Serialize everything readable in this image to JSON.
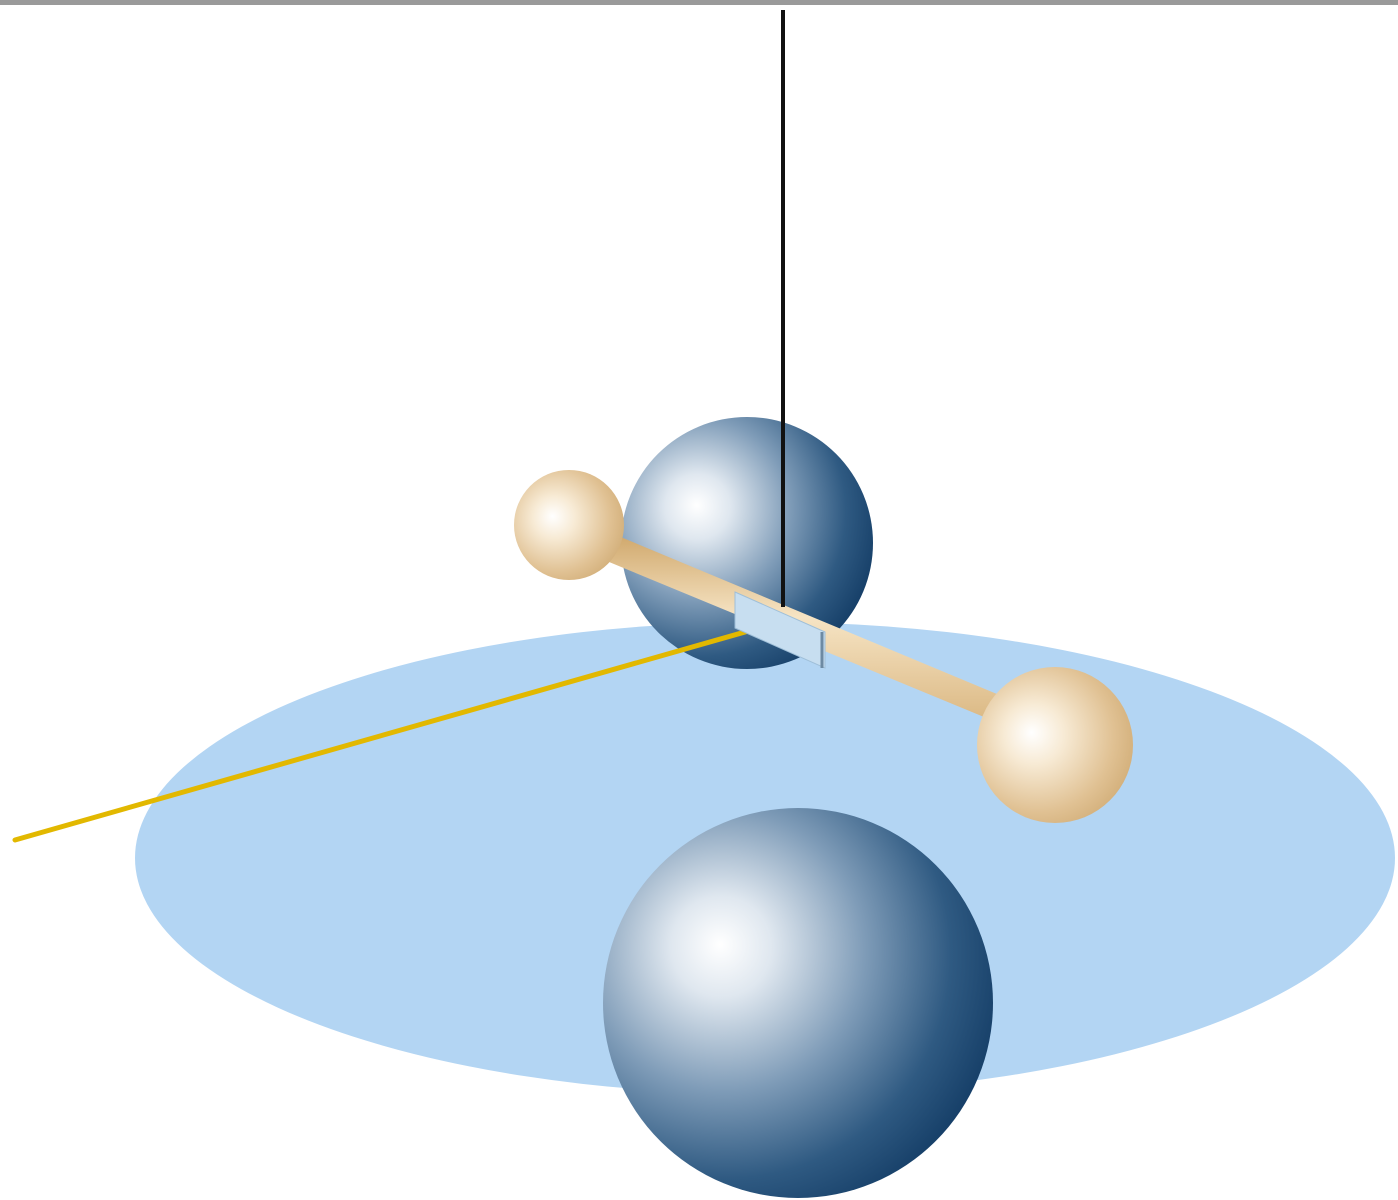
{
  "diagram": {
    "subject": "torsion balance",
    "components": [
      {
        "name": "suspension-fiber",
        "color": "#111111"
      },
      {
        "name": "large-sphere-upper",
        "color": "#1f4e78"
      },
      {
        "name": "large-sphere-lower",
        "color": "#1f4e78"
      },
      {
        "name": "small-sphere-left",
        "color": "#d8b786"
      },
      {
        "name": "small-sphere-right",
        "color": "#d8b786"
      },
      {
        "name": "connecting-rod",
        "color": "#e2c08e"
      },
      {
        "name": "mirror",
        "color": "#b8d4ea"
      },
      {
        "name": "light-beam",
        "color": "#e2b800"
      },
      {
        "name": "horizontal-plane",
        "color": "#b3d5f3"
      }
    ]
  }
}
